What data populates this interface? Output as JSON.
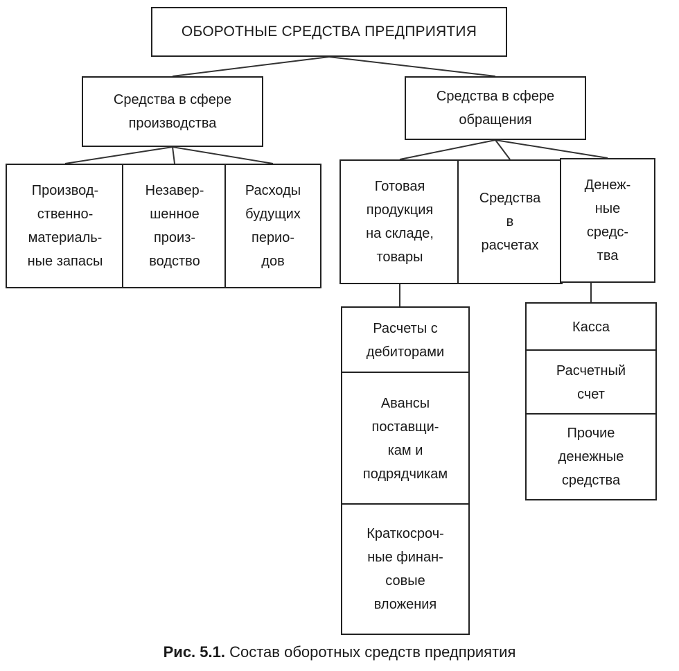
{
  "root": {
    "label": "ОБОРОТНЫЕ СРЕДСТВА ПРЕДПРИЯТИЯ"
  },
  "production": {
    "label": "Средства в сфере\nпроизводства",
    "items": [
      {
        "label": "Производ-\nственно-\nматериаль-\nные запасы"
      },
      {
        "label": "Незавер-\nшенное\nпроиз-\nводство"
      },
      {
        "label": "Расходы\nбудущих\nперио-\nдов"
      }
    ]
  },
  "circulation": {
    "label": "Средства в сфере\nобращения",
    "items": [
      {
        "label": "Готовая\nпродукция\nна складе,\nтовары"
      },
      {
        "label": "Средства\nв\nрасчетах"
      },
      {
        "label": "Денеж-\nные\nсредс-\nтва"
      }
    ]
  },
  "settlements": [
    {
      "label": "Расчеты с\nдебиторами"
    },
    {
      "label": "Авансы\nпоставщи-\nкам и\nподрядчикам"
    },
    {
      "label": "Краткосроч-\nные финан-\nсовые\nвложения"
    }
  ],
  "cash": [
    {
      "label": "Касса"
    },
    {
      "label": "Расчетный\nсчет"
    },
    {
      "label": "Прочие\nденежные\nсредства"
    }
  ],
  "caption": {
    "prefix": "Рис. 5.1.",
    "text": " Состав оборотных средств предприятия"
  }
}
